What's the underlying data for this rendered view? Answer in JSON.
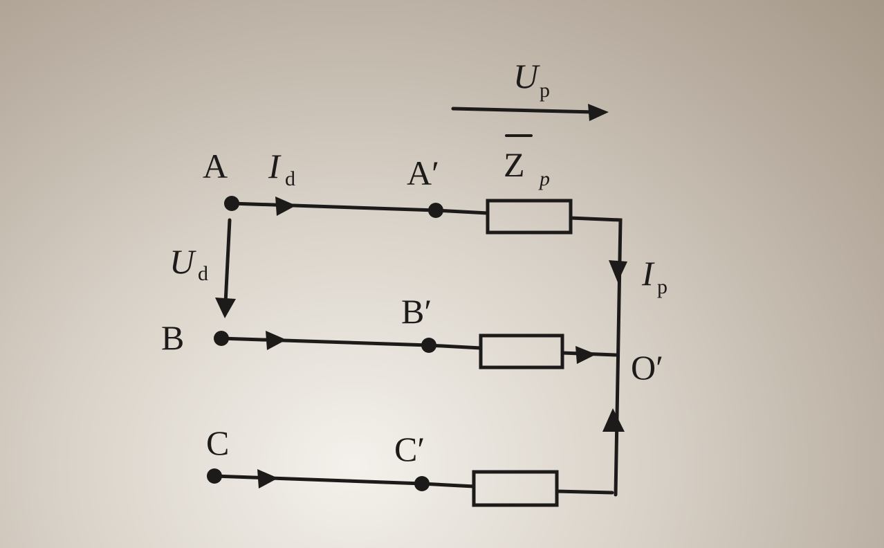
{
  "labels": {
    "A": "A",
    "B": "B",
    "C": "C",
    "A_prime": "A′",
    "B_prime": "B′",
    "C_prime": "C′",
    "O_prime": "O′",
    "Z": "Z",
    "Z_sub": "p",
    "Id": "I",
    "Id_sub": "d",
    "Ud": "U",
    "Ud_sub": "d",
    "Up": "U",
    "Up_sub": "p",
    "Ip": "I",
    "Ip_sub": "p"
  }
}
